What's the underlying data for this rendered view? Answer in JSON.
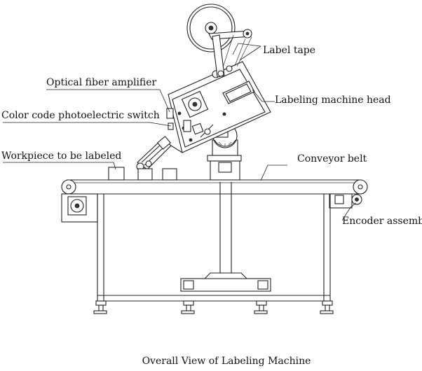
{
  "labels": {
    "label_tape": "Label tape",
    "optical_fiber_amplifier": "Optical fiber amplifier",
    "labeling_machine_head": "Labeling machine head",
    "color_code_switch": "Color code photoelectric switch",
    "workpiece": "Workpiece to be labeled",
    "conveyor_belt": "Conveyor belt",
    "encoder_assembly": "Encoder assembly"
  },
  "caption": "Overall View of Labeling Machine"
}
